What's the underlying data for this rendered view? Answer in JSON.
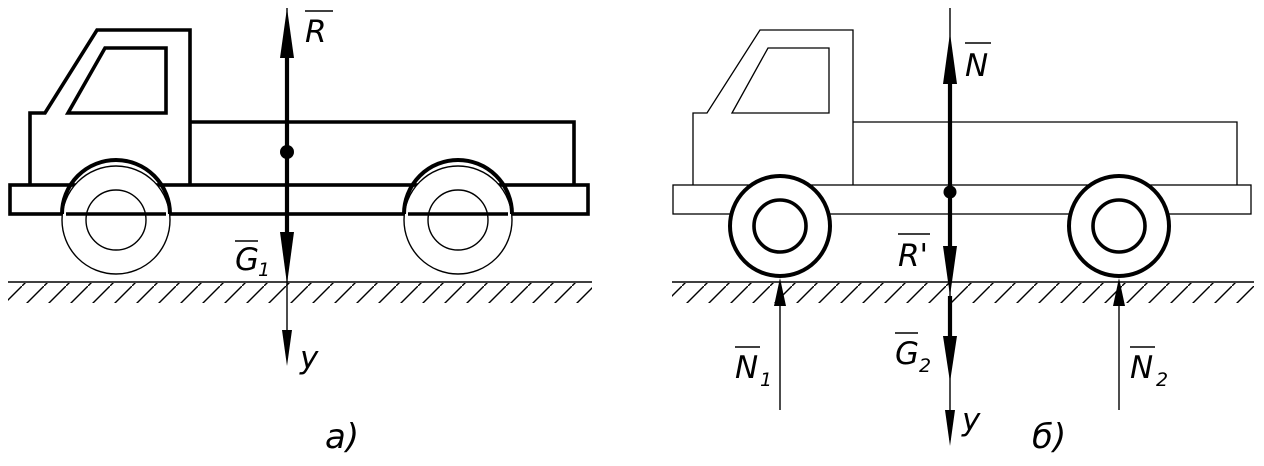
{
  "panel_a": {
    "label_R": "R",
    "label_G": "G",
    "label_G_sub": "1",
    "label_y": "y",
    "caption": "а)"
  },
  "panel_b": {
    "label_N": "N",
    "label_R": "R'",
    "label_G": "G",
    "label_G_sub": "2",
    "label_N1": "N",
    "label_N1_sub": "1",
    "label_N2": "N",
    "label_N2_sub": "2",
    "label_y": "y",
    "caption": "б)"
  }
}
